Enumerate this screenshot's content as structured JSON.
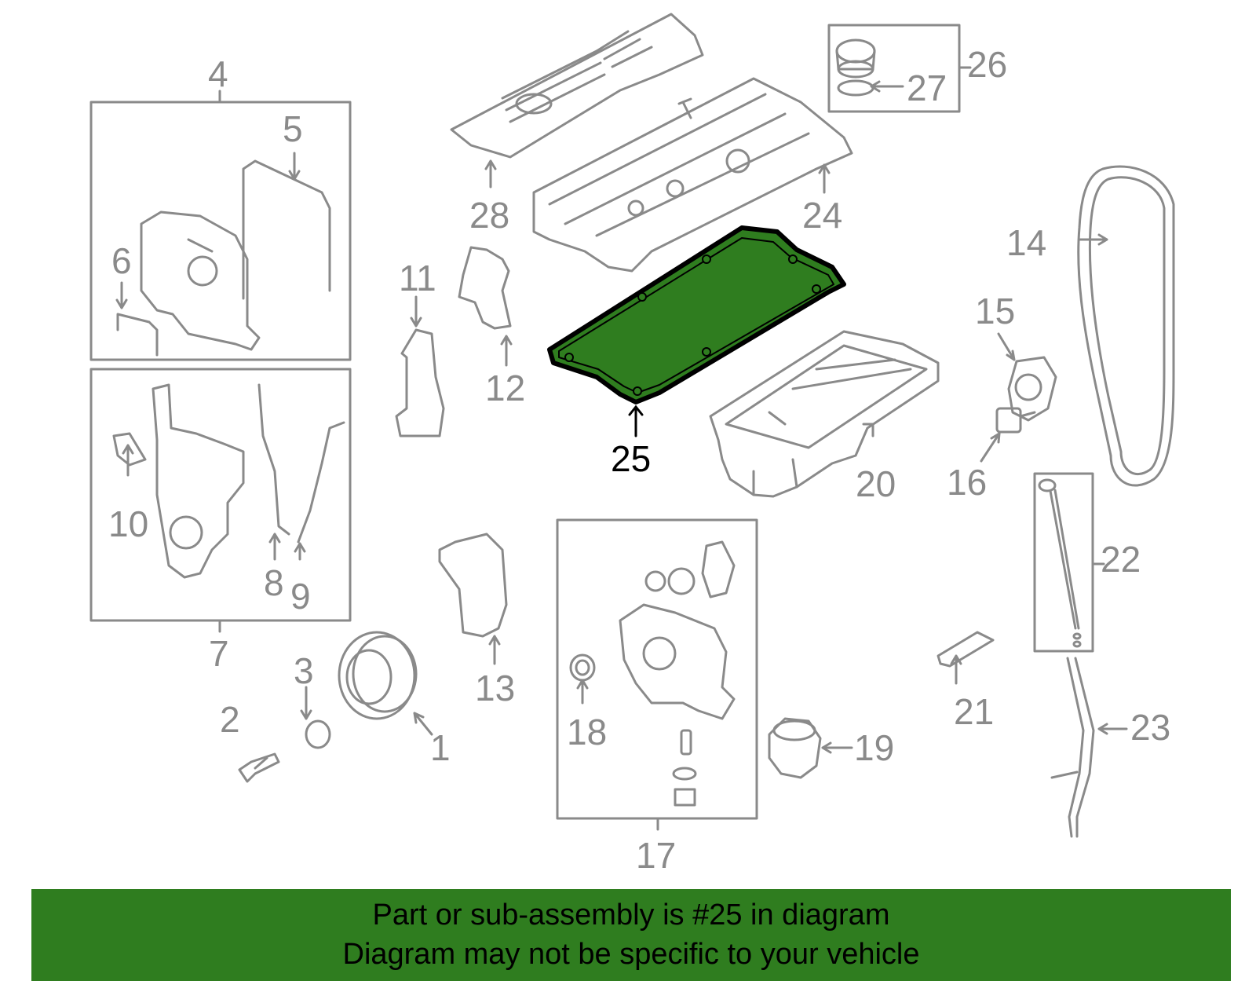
{
  "diagram": {
    "colors": {
      "line": "#8a8a8a",
      "highlight_fill": "#2f7d1f",
      "highlight_text": "#000000",
      "banner_bg": "#2f7d1f"
    },
    "highlighted_part": "25",
    "callouts": [
      "1",
      "2",
      "3",
      "4",
      "5",
      "6",
      "7",
      "8",
      "9",
      "10",
      "11",
      "12",
      "13",
      "14",
      "15",
      "16",
      "17",
      "18",
      "19",
      "20",
      "21",
      "22",
      "23",
      "24",
      "25",
      "26",
      "27",
      "28"
    ],
    "parts": [
      "engine-cover",
      "cylinder-head-cover",
      "cylinder-head-cover-gasket",
      "oil-pan",
      "timing-belt",
      "timing-covers",
      "oil-pump-assembly",
      "oil-dipstick",
      "oil-filter",
      "oil-filler-cap",
      "crankshaft-pulley",
      "tensioner"
    ]
  },
  "banner": {
    "line1": "Part or sub-assembly is #25 in diagram",
    "line2": "Diagram may not be specific to your vehicle"
  }
}
